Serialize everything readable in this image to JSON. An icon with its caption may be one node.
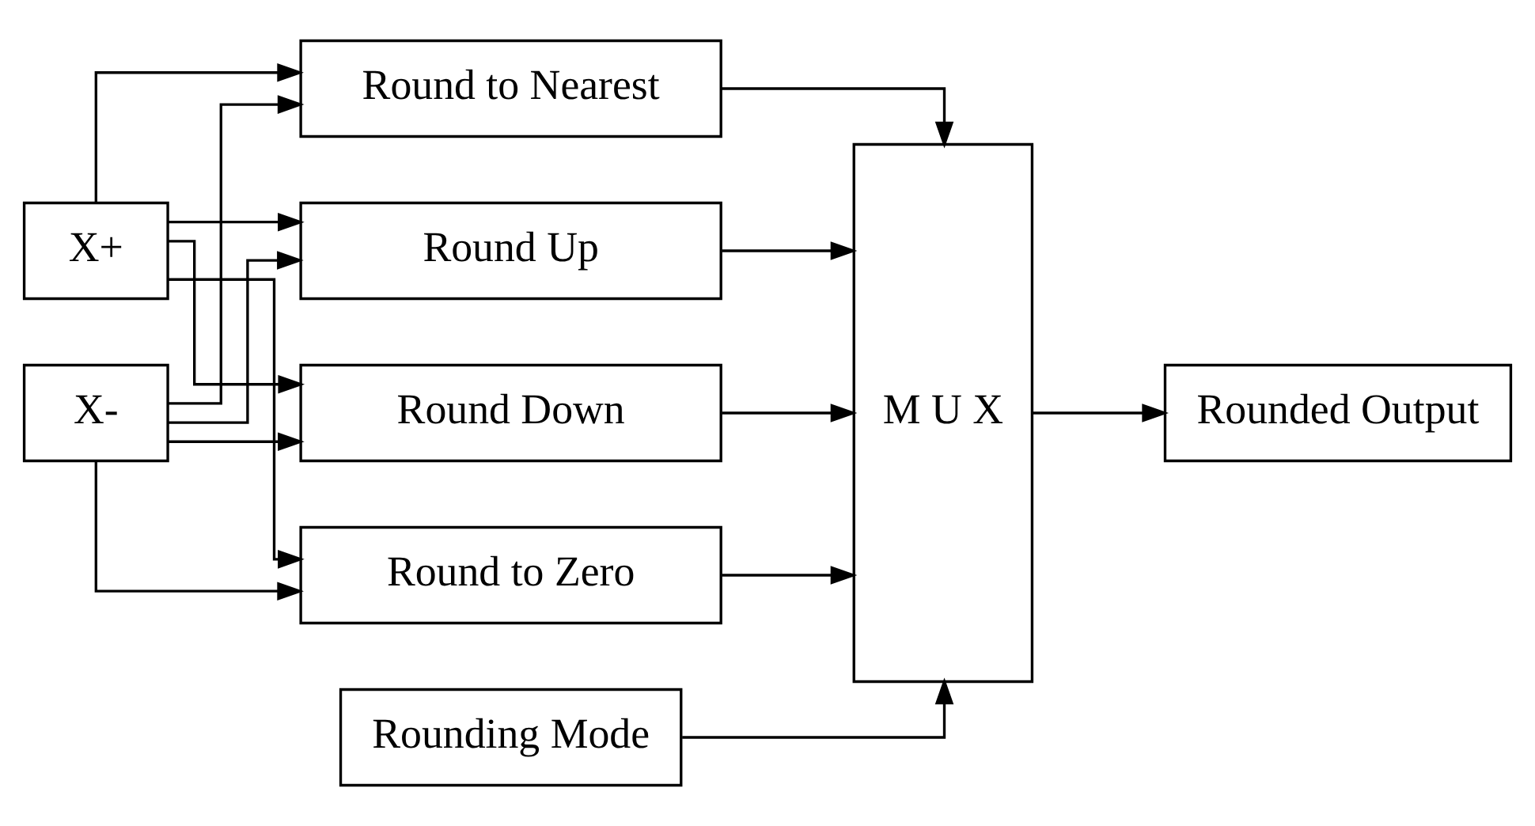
{
  "diagram": {
    "nodes": [
      {
        "text": [
          "X+"
        ]
      },
      {
        "text": [
          "X-"
        ]
      },
      {
        "text": [
          "Round Up"
        ]
      },
      {
        "text": [
          "Round Down"
        ]
      },
      {
        "text": [
          "Round to Zero"
        ]
      },
      {
        "text": [
          "Round to Nearest"
        ]
      },
      {
        "text": [
          "M U X"
        ]
      },
      {
        "text": [
          "Rounded Output"
        ]
      },
      {
        "text": [
          "Rounding Mode"
        ]
      }
    ],
    "edges": [
      {
        "from": 0,
        "to": 2,
        "arrow": "to"
      },
      {
        "from": 0,
        "to": 3,
        "arrow": "to"
      },
      {
        "from": 0,
        "to": 4,
        "arrow": "to"
      },
      {
        "from": 0,
        "to": 5,
        "arrow": "to"
      },
      {
        "from": 1,
        "to": 2,
        "arrow": "to"
      },
      {
        "from": 1,
        "to": 3,
        "arrow": "to"
      },
      {
        "from": 1,
        "to": 4,
        "arrow": "to"
      },
      {
        "from": 1,
        "to": 5,
        "arrow": "to"
      },
      {
        "from": 2,
        "to": 6,
        "arrow": "to"
      },
      {
        "from": 3,
        "to": 6,
        "arrow": "to"
      },
      {
        "from": 4,
        "to": 6,
        "arrow": "to"
      },
      {
        "from": 5,
        "to": 6,
        "arrow": "to"
      },
      {
        "from": 6,
        "to": 7,
        "arrow": "to"
      },
      {
        "from": 8,
        "to": 6,
        "arrow": "to"
      }
    ]
  }
}
